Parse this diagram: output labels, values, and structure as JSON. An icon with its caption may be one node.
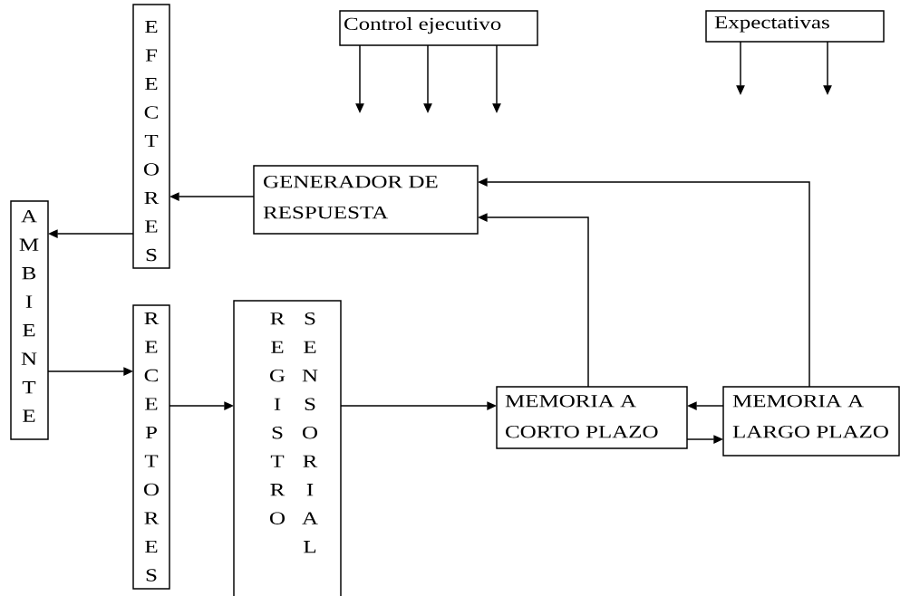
{
  "diagram": {
    "nodes": [
      {
        "text": [
          "Control ejecutivo"
        ]
      },
      {
        "text": [
          "Expectativas"
        ]
      },
      {
        "text": [
          "EFECTORES"
        ]
      },
      {
        "text": [
          "GENERADOR DE RESPUESTA"
        ]
      },
      {
        "text": [
          "AMBIENTE"
        ]
      },
      {
        "text": [
          "RECEPTORES"
        ]
      },
      {
        "text": [
          "REGISTRO",
          "SENSORIAL"
        ]
      },
      {
        "text": [
          "MEMORIA A CORTO PLAZO"
        ]
      },
      {
        "text": [
          "MEMORIA A LARGO PLAZO"
        ]
      }
    ],
    "edges": [
      {
        "from": 0,
        "to": null,
        "arrow": "to"
      },
      {
        "from": 0,
        "to": null,
        "arrow": "to"
      },
      {
        "from": 0,
        "to": null,
        "arrow": "to"
      },
      {
        "from": 1,
        "to": null,
        "arrow": "to"
      },
      {
        "from": 1,
        "to": null,
        "arrow": "to"
      },
      {
        "from": 3,
        "to": 2,
        "arrow": "to"
      },
      {
        "from": 2,
        "to": 4,
        "arrow": "to"
      },
      {
        "from": 4,
        "to": 5,
        "arrow": "to"
      },
      {
        "from": 5,
        "to": 6,
        "arrow": "to"
      },
      {
        "from": 6,
        "to": 7,
        "arrow": "to"
      },
      {
        "from": 8,
        "to": 7,
        "arrow": "to"
      },
      {
        "from": 7,
        "to": 8,
        "arrow": "to"
      },
      {
        "from": 7,
        "to": 3,
        "arrow": "to"
      },
      {
        "from": 8,
        "to": 3,
        "arrow": "to"
      }
    ]
  }
}
